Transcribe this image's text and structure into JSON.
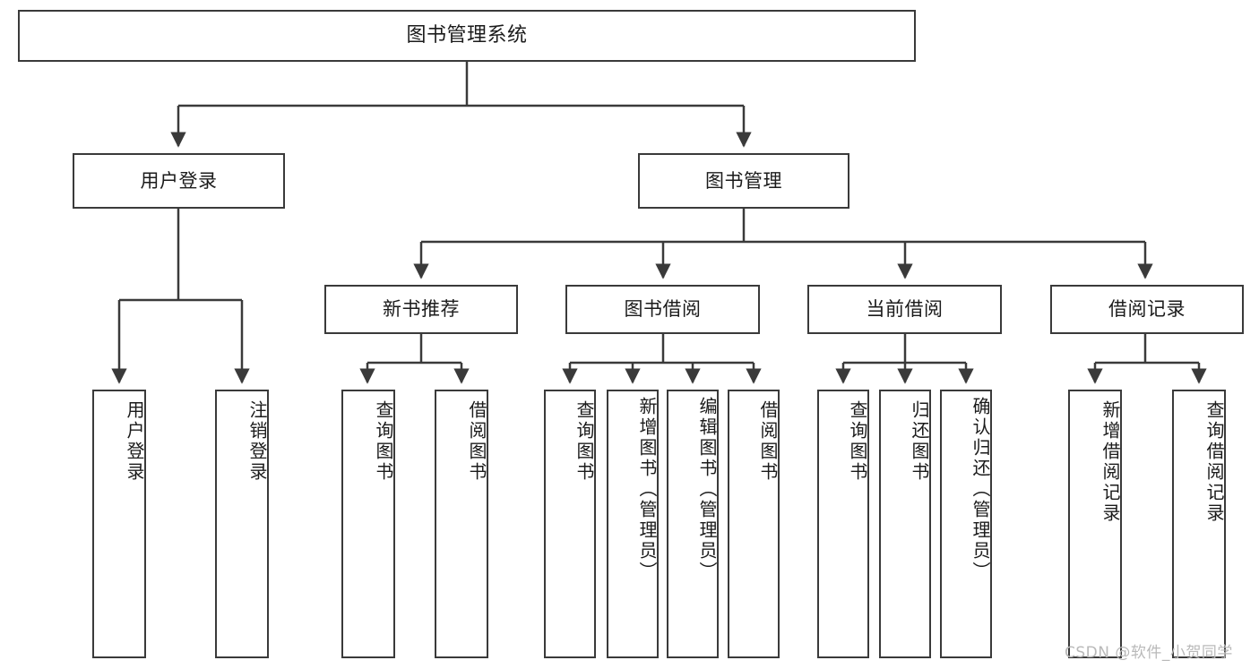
{
  "diagram": {
    "title": "图书管理系统",
    "watermark": "CSDN @软件_小贺同学",
    "colors": {
      "stroke": "#3a3a3a",
      "fill": "#ffffff",
      "text": "#1b1b1b",
      "watermark": "#b9b9b9"
    },
    "root": {
      "label": "图书管理系统"
    },
    "level2": [
      {
        "label": "用户登录"
      },
      {
        "label": "图书管理"
      }
    ],
    "level3": [
      {
        "label": "新书推荐"
      },
      {
        "label": "图书借阅"
      },
      {
        "label": "当前借阅"
      },
      {
        "label": "借阅记录"
      }
    ],
    "leaves": {
      "user_login": [
        {
          "label": "用户登录"
        },
        {
          "label": "注销登录"
        }
      ],
      "new_book": [
        {
          "label": "查询图书"
        },
        {
          "label": "借阅图书"
        }
      ],
      "book_borrow": [
        {
          "label": "查询图书"
        },
        {
          "label": "新增图书（管理员）"
        },
        {
          "label": "编辑图书（管理员）"
        },
        {
          "label": "借阅图书"
        }
      ],
      "current_borrow": [
        {
          "label": "查询图书"
        },
        {
          "label": "归还图书"
        },
        {
          "label": "确认归还（管理员）"
        }
      ],
      "borrow_record": [
        {
          "label": "新增借阅记录"
        },
        {
          "label": "查询借阅记录"
        }
      ]
    }
  }
}
